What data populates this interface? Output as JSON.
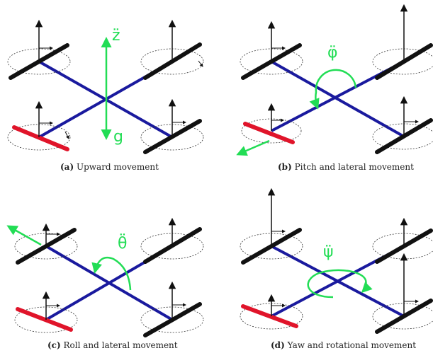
{
  "panels": [
    {
      "id": "a",
      "tag": "(a)",
      "caption": "Upward movement",
      "labels": [
        {
          "text": "z̈"
        },
        {
          "text": "g"
        }
      ]
    },
    {
      "id": "b",
      "tag": "(b)",
      "caption": "Pitch and lateral movement",
      "labels": [
        {
          "text": "φ̈"
        }
      ]
    },
    {
      "id": "c",
      "tag": "(c)",
      "caption": "Roll and lateral movement",
      "labels": [
        {
          "text": "θ̈"
        }
      ]
    },
    {
      "id": "d",
      "tag": "(d)",
      "caption": "Yaw and rotational movement",
      "labels": [
        {
          "text": "ψ̈"
        }
      ]
    }
  ],
  "colors": {
    "arm": "#1a1a9e",
    "rotor": "#111111",
    "rotor_front": "#e0142a",
    "accel": "#22dd55",
    "thrust": "#111111"
  }
}
